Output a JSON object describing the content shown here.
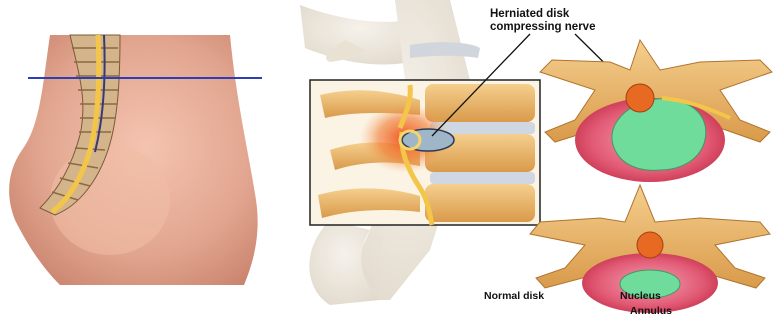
{
  "labels": {
    "herniated_line1": "Herniated disk",
    "herniated_line2": "compressing nerve",
    "normal": "Normal disk",
    "nucleus": "Nucleus",
    "annulus": "Annulus"
  },
  "colors": {
    "skin": "#e2a690",
    "bone": "#e9b569",
    "nerve": "#f3c64a",
    "disk_ring": "#e04d6a",
    "nucleus": "#6fdc9b",
    "level_line": "#2e3fb5",
    "inflammation": "#e8501c"
  }
}
